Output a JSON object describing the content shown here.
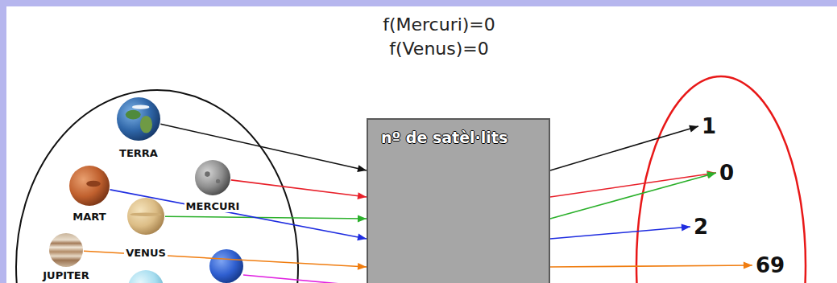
{
  "diagram": {
    "nodes": [
      {
        "text": [
          "TERRA"
        ]
      },
      {
        "text": [
          "MART"
        ]
      },
      {
        "text": [
          "MERCURI"
        ]
      },
      {
        "text": [
          "VENUS"
        ]
      },
      {
        "text": [
          "JUPITER"
        ]
      },
      {
        "text": [
          "nº de satèl·lits"
        ]
      },
      {
        "text": [
          "1"
        ]
      },
      {
        "text": [
          "0"
        ]
      },
      {
        "text": [
          "2"
        ]
      },
      {
        "text": [
          "69"
        ]
      }
    ],
    "edges": [
      {
        "from": 0,
        "to": 5,
        "arrow": "to"
      },
      {
        "from": 5,
        "to": 6,
        "arrow": "to"
      },
      {
        "from": 2,
        "to": 5,
        "arrow": "to"
      },
      {
        "from": 5,
        "to": 7,
        "arrow": "to"
      },
      {
        "from": 3,
        "to": 5,
        "arrow": "to"
      },
      {
        "from": 5,
        "to": 7,
        "arrow": "to"
      },
      {
        "from": 1,
        "to": 5,
        "arrow": "to"
      },
      {
        "from": 5,
        "to": 8,
        "arrow": "to"
      },
      {
        "from": 4,
        "to": 5,
        "arrow": "to"
      },
      {
        "from": 5,
        "to": 9,
        "arrow": "to"
      }
    ],
    "labels": [
      "f(Mercuri)=0",
      "f(Venus)=0"
    ]
  }
}
